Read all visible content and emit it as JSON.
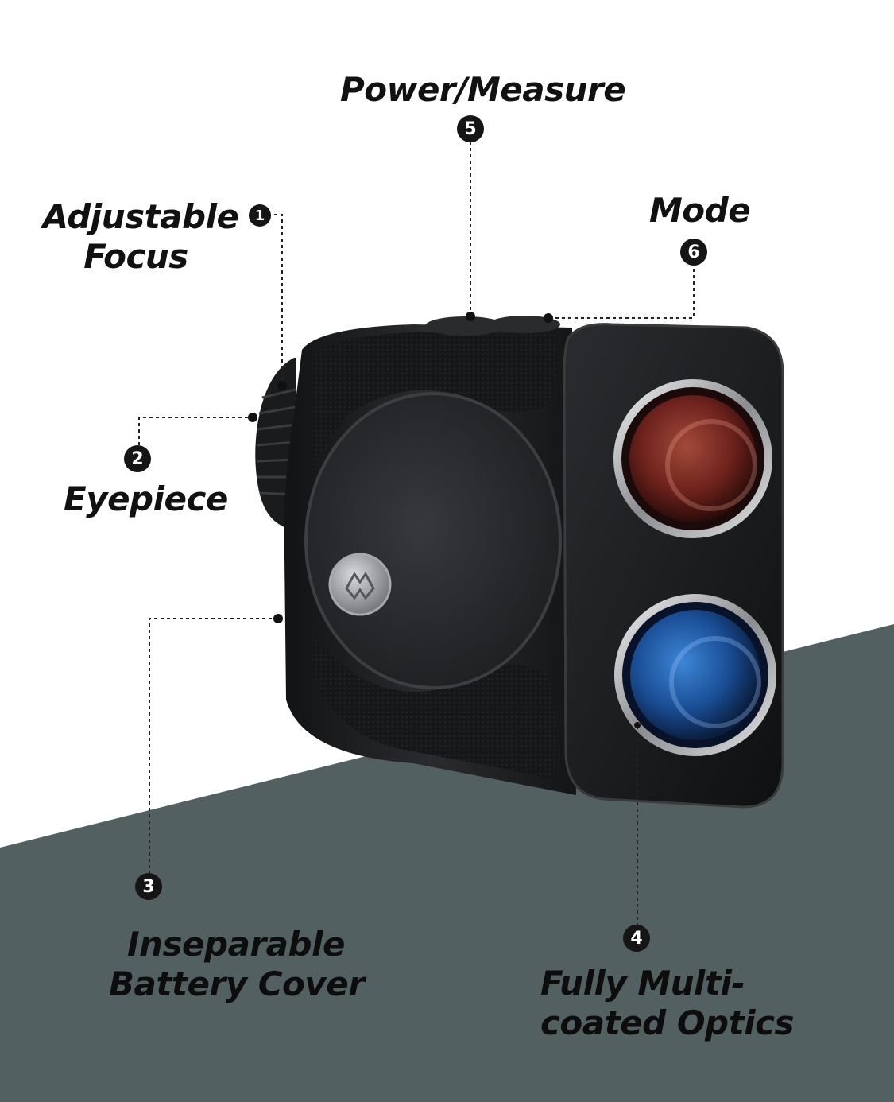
{
  "callouts": [
    {
      "number": "1",
      "label_lines": [
        "Adjustable",
        "Focus"
      ]
    },
    {
      "number": "2",
      "label_lines": [
        "Eyepiece"
      ]
    },
    {
      "number": "3",
      "label_lines": [
        "Inseparable",
        "Battery Cover"
      ]
    },
    {
      "number": "4",
      "label_lines": [
        "Fully Multi-",
        "coated Optics"
      ]
    },
    {
      "number": "5",
      "label_lines": [
        "Power/Measure"
      ]
    },
    {
      "number": "6",
      "label_lines": [
        "Mode"
      ]
    }
  ],
  "colors": {
    "background": "#ffffff",
    "floor": "#526062",
    "device_body": "#1c1d1f",
    "lens_top": "#7a2a22",
    "lens_bottom": "#1f4f8e",
    "badge": "#151515"
  },
  "icons": {
    "logo_button": "wing-logo-icon"
  }
}
